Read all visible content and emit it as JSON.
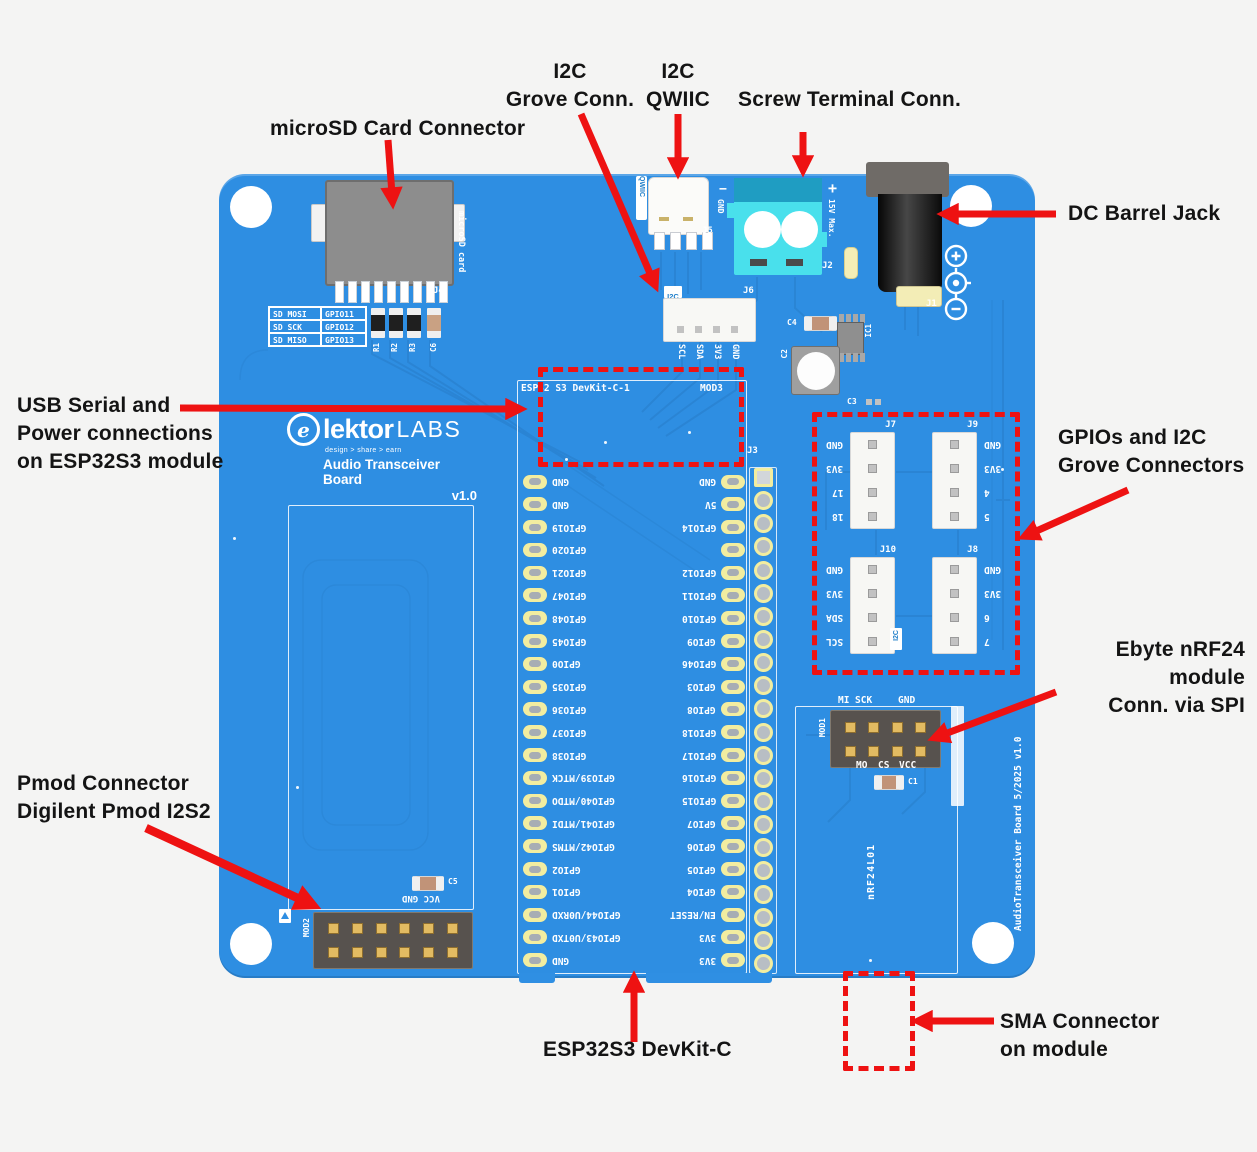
{
  "annotations": {
    "microsd": [
      "microSD Card Connector"
    ],
    "i2c_grove": [
      "I2C",
      "Grove Conn."
    ],
    "i2c_qwiic": [
      "I2C",
      "QWIIC"
    ],
    "screw_terminal": [
      "Screw Terminal Conn."
    ],
    "dc_jack": [
      "DC Barrel Jack"
    ],
    "usb_serial": [
      "USB Serial and",
      "Power connections",
      "on ESP32S3 module"
    ],
    "gpio_grove": [
      "GPIOs and I2C",
      "Grove Connectors"
    ],
    "ebyte": [
      "Ebyte nRF24 module",
      "Conn. via SPI"
    ],
    "pmod": [
      "Pmod Connector",
      "Digilent Pmod I2S2"
    ],
    "esp_devkit": [
      "ESP32S3 DevKit-C"
    ],
    "sma": [
      "SMA Connector",
      "on module"
    ]
  },
  "board": {
    "logo": {
      "e": "e",
      "brand": "lektor",
      "suffix": "LABS",
      "tagline": "design > share > earn",
      "product": "Audio Transceiver Board",
      "version": "v1.0"
    },
    "silkscreen": {
      "microsd_side": "microSD card",
      "j4": "J4",
      "j5": "J5",
      "qwiic": "QWIIC",
      "i2c_top": "I2C",
      "j6": "J6",
      "j6_pins": [
        "SCL",
        "SDA",
        "3V3",
        "GND"
      ],
      "j2": "J2",
      "minus": "−",
      "gnd": "GND",
      "plus": "+",
      "max_voltage": "15V Max.",
      "j1": "J1",
      "r1": "R1",
      "r2": "R2",
      "r3": "R3",
      "c6": "C6",
      "c4": "C4",
      "c2": "C2",
      "c3": "C3",
      "ic1": "IC1",
      "esp_title": "ESP32 S3 DevKit-C-1",
      "mod3": "MOD3",
      "j3": "J3",
      "mod1": "MOD1",
      "mod1_top": [
        "MI",
        "SCK",
        "GND"
      ],
      "mod1_bottom": [
        "MO",
        "CS",
        "VCC"
      ],
      "c1": "C1",
      "nrf": "nRF24L01",
      "i2c_grove_tag": "I2C",
      "mod2": "MOD2",
      "mod2_power": "VCC GND",
      "c5": "C5",
      "edge": "AudioTransceiver Board    5/2025   v1.0"
    },
    "sd_table": {
      "rows": [
        [
          "SD MOSI",
          "GPIO11"
        ],
        [
          "SD SCK",
          "GPIO12"
        ],
        [
          "SD MISO",
          "GPIO13"
        ]
      ]
    },
    "esp_pins": {
      "left": [
        "GND",
        "GND",
        "GPIO19",
        "GPIO20",
        "GPIO21",
        "GPIO47",
        "GPIO48",
        "GPIO45",
        "GPIO0",
        "GPIO35",
        "GPIO36",
        "GPIO37",
        "GPIO38",
        "GPIO39/MTCK",
        "GPIO40/MTDO",
        "GPIO41/MTDI",
        "GPIO42/MTMS",
        "GPIO2",
        "GPIO1",
        "GPIO44/U0RXD",
        "GPIO43/U0TXD",
        "GND"
      ],
      "right": [
        "GND",
        "5V",
        "GPIO14",
        "",
        "GPIO12",
        "GPIO11",
        "GPIO10",
        "GPIO9",
        "GPIO46",
        "GPIO3",
        "GPIO8",
        "GPIO18",
        "GPIO17",
        "GPIO16",
        "GPIO15",
        "GPIO7",
        "GPIO6",
        "GPIO5",
        "GPIO4",
        "EN/RESET",
        "3V3",
        "3V3"
      ]
    },
    "grove_connectors": [
      {
        "name": "J7",
        "pins": [
          "GND",
          "3V3",
          "17",
          "18"
        ]
      },
      {
        "name": "J9",
        "pins": [
          "GND",
          "3V3",
          "4",
          "5"
        ]
      },
      {
        "name": "J10",
        "pins": [
          "GND",
          "3V3",
          "SDA",
          "SCL"
        ]
      },
      {
        "name": "J8",
        "pins": [
          "GND",
          "3V3",
          "6",
          "7"
        ]
      }
    ]
  },
  "colors": {
    "board_blue": "#2e8ee2",
    "annotation_red": "#ee1212",
    "terminal_cyan": "#49e0ec",
    "pad_yellow": "#f2eda0",
    "header_gray": "#57524e",
    "silkscreen": "#ffffff"
  }
}
